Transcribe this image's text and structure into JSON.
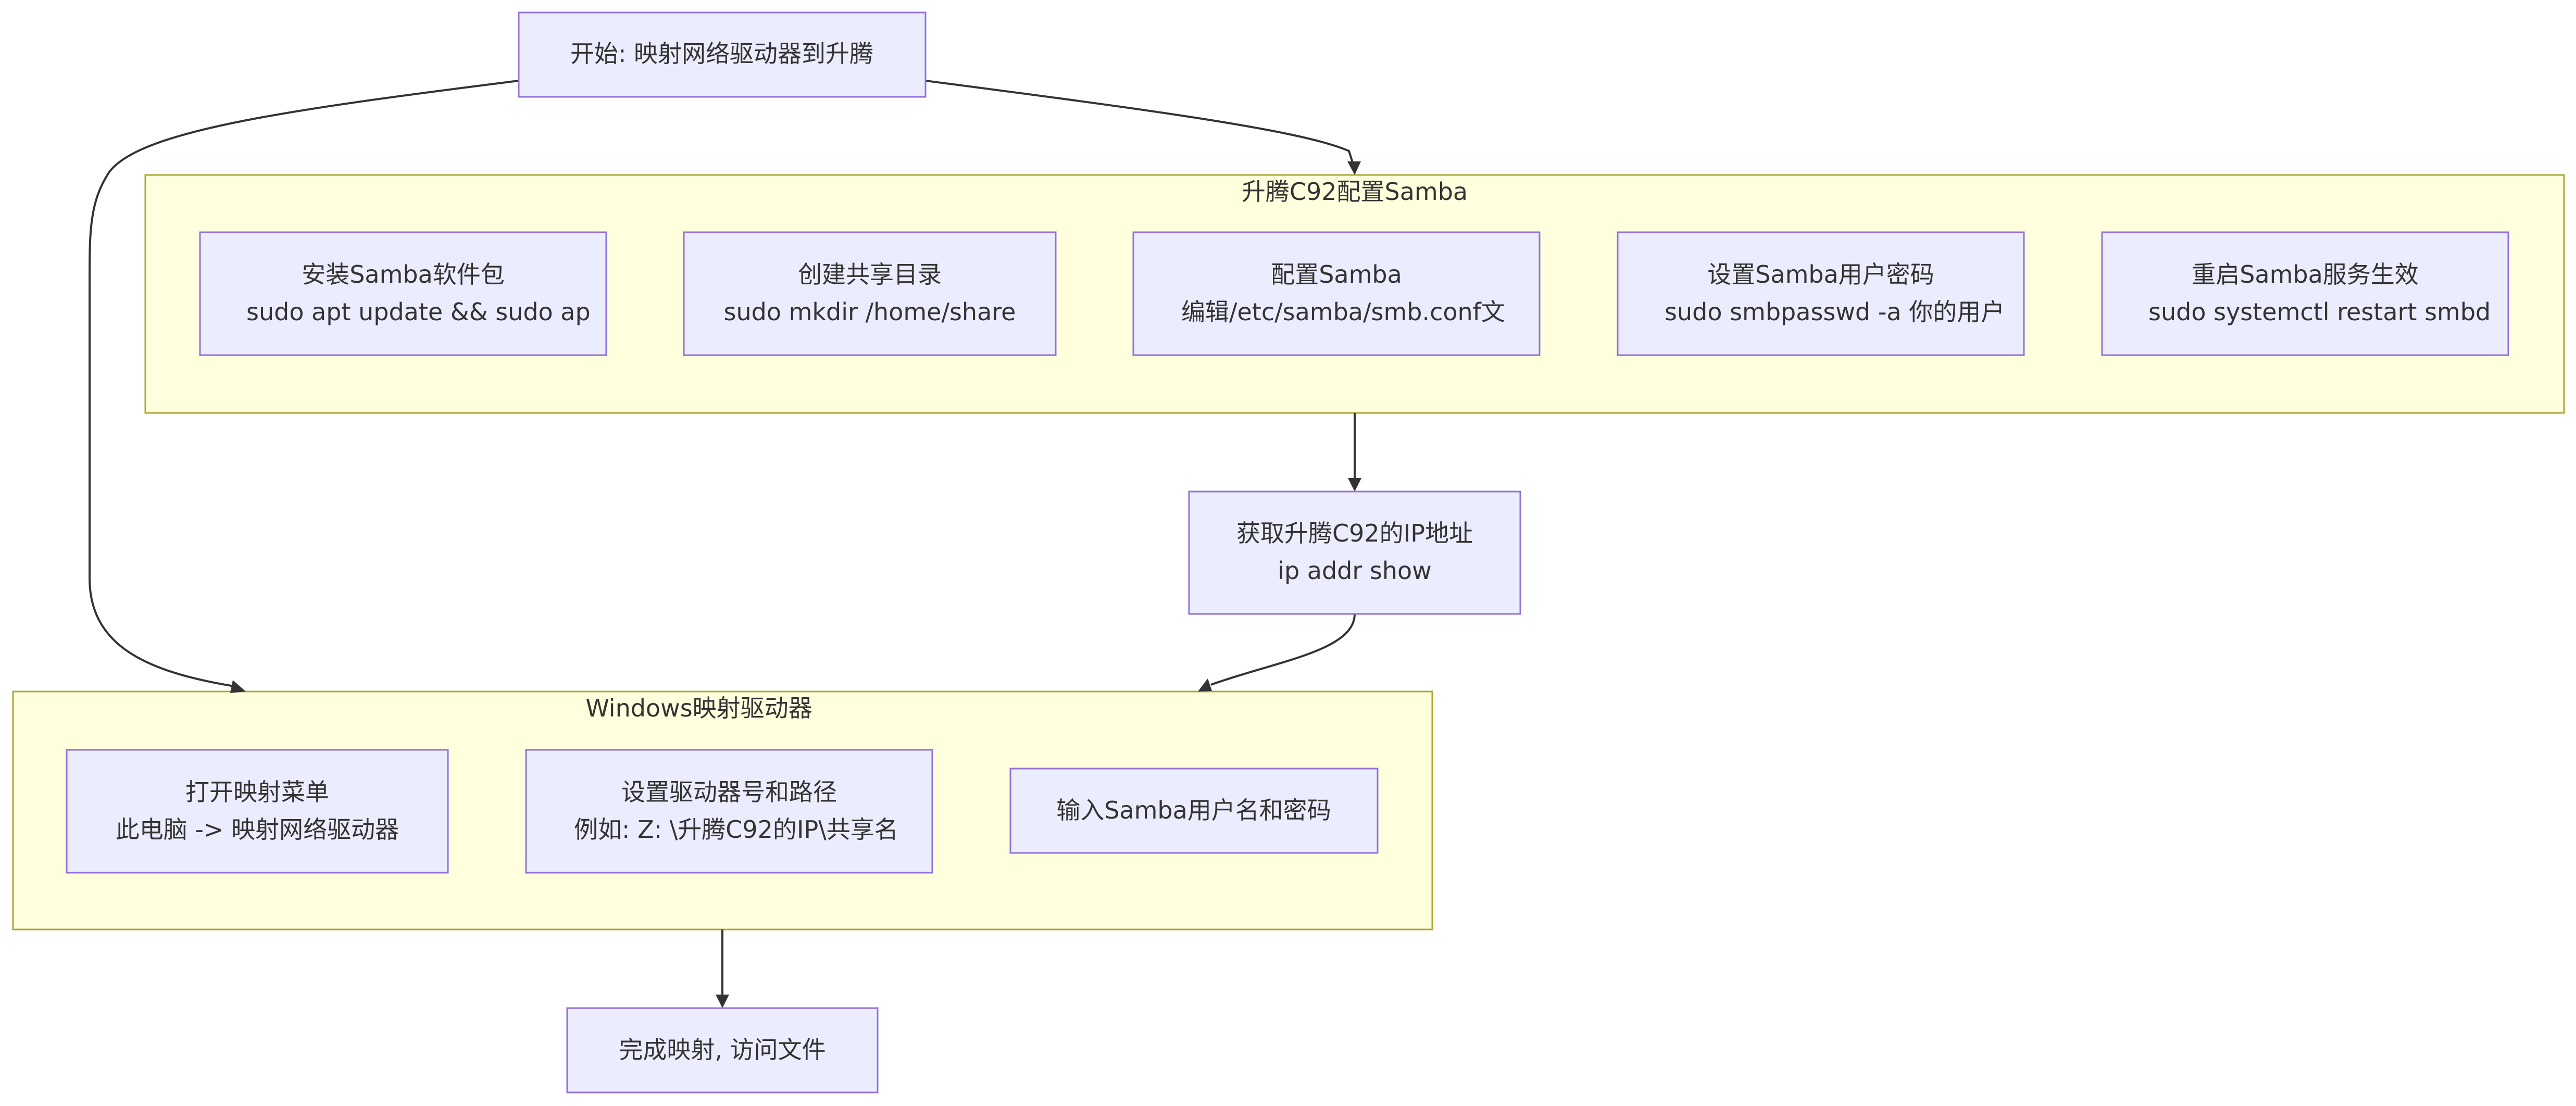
{
  "nodes": {
    "start": {
      "label": "开始: 映射网络驱动器到升腾"
    },
    "install": {
      "line1": "安装Samba软件包",
      "line2": "sudo apt update && sudo ap"
    },
    "mkdir": {
      "line1": "创建共享目录",
      "line2": "sudo mkdir /home/share"
    },
    "config": {
      "line1": "配置Samba",
      "line2": "编辑/etc/samba/smb.conf文"
    },
    "passwd": {
      "line1": "设置Samba用户密码",
      "line2": "sudo smbpasswd -a 你的用户"
    },
    "restart": {
      "line1": "重启Samba服务生效",
      "line2": "sudo systemctl restart smbd"
    },
    "getip": {
      "line1": "获取升腾C92的IP地址",
      "line2": "ip addr show"
    },
    "openmenu": {
      "line1": "打开映射菜单",
      "line2": "此电脑 -> 映射网络驱动器"
    },
    "setdrive": {
      "line1": "设置驱动器号和路径",
      "line2": "例如: Z: \\升腾C92的IP\\共享名"
    },
    "credentials": {
      "label": "输入Samba用户名和密码"
    },
    "finish": {
      "label": "完成映射, 访问文件"
    }
  },
  "clusters": {
    "samba": {
      "title": "升腾C92配置Samba"
    },
    "windows": {
      "title": "Windows映射驱动器"
    }
  },
  "colors": {
    "node_fill": "#ececff",
    "node_stroke": "#9370db",
    "cluster_fill": "#ffffde",
    "cluster_stroke": "#aaaa33",
    "edge": "#333333",
    "text": "#333333"
  }
}
